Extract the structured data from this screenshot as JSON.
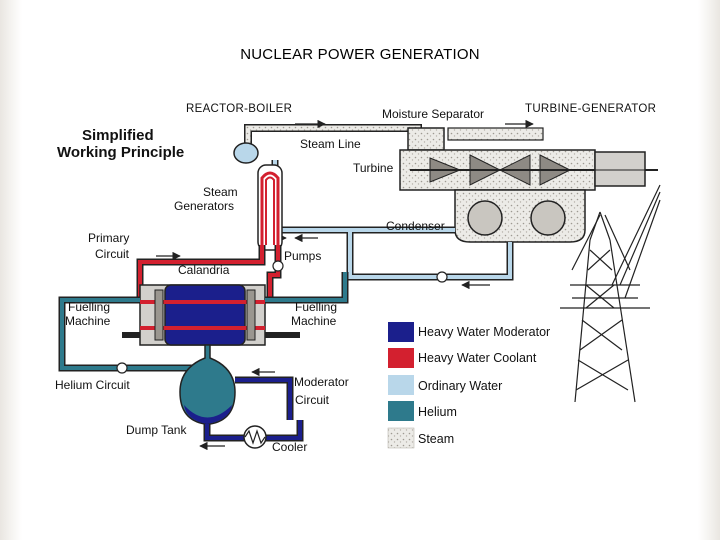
{
  "page": {
    "title": "NUCLEAR POWER GENERATION"
  },
  "diagram": {
    "headings": {
      "reactor_boiler": "REACTOR-BOILER",
      "turbine_generator": "TURBINE-GENERATOR",
      "principle_line1": "Simplified",
      "principle_line2": "Working Principle"
    },
    "labels": {
      "moisture_separator": "Moisture Separator",
      "steam_line": "Steam Line",
      "turbine": "Turbine",
      "steam_generators_line1": "Steam",
      "steam_generators_line2": "Generators",
      "condenser": "Condenser",
      "primary_circuit_line1": "Primary",
      "primary_circuit_line2": "Circuit",
      "pumps": "Pumps",
      "calandria": "Calandria",
      "fuelling_machine_left_line1": "Fuelling",
      "fuelling_machine_left_line2": "Machine",
      "fuelling_machine_right_line1": "Fuelling",
      "fuelling_machine_right_line2": "Machine",
      "helium_circuit": "Helium Circuit",
      "moderator_circuit_line1": "Moderator",
      "moderator_circuit_line2": "Circuit",
      "dump_tank": "Dump Tank",
      "cooler": "Cooler"
    },
    "legend": [
      {
        "label": "Heavy Water Moderator",
        "color": "#1b1f8c"
      },
      {
        "label": "Heavy Water Coolant",
        "color": "#d3202f"
      },
      {
        "label": "Ordinary Water",
        "color": "#b9d7ea"
      },
      {
        "label": "Helium",
        "color": "#2e7a8c"
      },
      {
        "label": "Steam",
        "color": "#d9d6d0"
      }
    ],
    "colors": {
      "moderator": "#1b1f8c",
      "coolant": "#d3202f",
      "ordinary_water": "#b9d7ea",
      "helium": "#2e7a8c",
      "steam": "#d9d6d0",
      "pipe_outline": "#222222"
    }
  }
}
